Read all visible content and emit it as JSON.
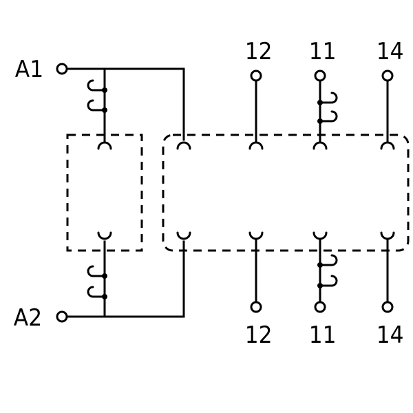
{
  "coil": {
    "terminal_a1": "A1",
    "terminal_a2": "A2"
  },
  "contacts": {
    "top_labels": [
      "12",
      "11",
      "14"
    ],
    "bottom_labels": [
      "12",
      "11",
      "14"
    ]
  },
  "colors": {
    "line": "#000000",
    "background": "#ffffff"
  }
}
